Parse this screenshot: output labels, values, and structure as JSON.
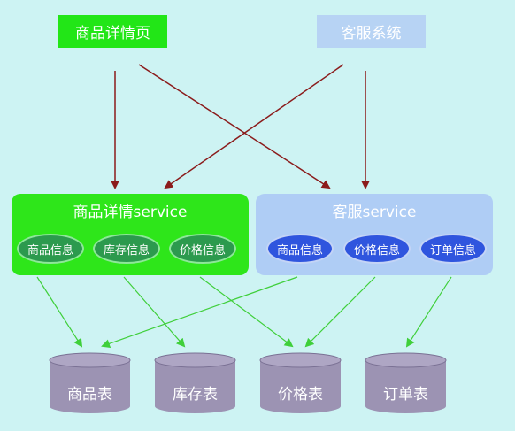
{
  "top_nodes": {
    "product_detail_page": "商品详情页",
    "customer_service_system": "客服系统"
  },
  "services": {
    "product_detail": {
      "title": "商品详情service",
      "items": [
        "商品信息",
        "库存信息",
        "价格信息"
      ]
    },
    "customer_service": {
      "title": "客服service",
      "items": [
        "商品信息",
        "价格信息",
        "订单信息"
      ]
    }
  },
  "databases": [
    "商品表",
    "库存表",
    "价格表",
    "订单表"
  ],
  "colors": {
    "background": "#cdf3f3",
    "green": "#22e617",
    "light_blue": "#b7d3f4",
    "dark_red_arrow": "#8b1b1b",
    "green_arrow": "#3fcf3a",
    "db_purple": "#9c93b3"
  }
}
